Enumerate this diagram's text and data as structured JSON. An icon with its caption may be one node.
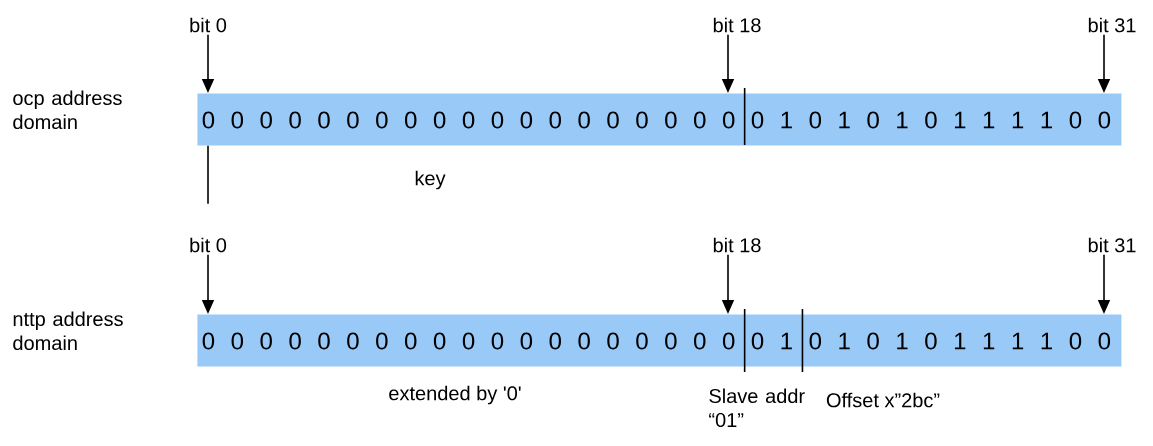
{
  "diagram": {
    "nodes": [
      {
        "text": [
          "bit 0"
        ]
      },
      {
        "text": [
          "bit 18"
        ]
      },
      {
        "text": [
          "bit 31"
        ]
      },
      {
        "text": [
          "0 0 0 0 0 0 0 0 0 0 0 0 0 0 0 0 0 0 0",
          "0 1 0 1 0 1 0 1 1 1 1 0 0"
        ],
        "beside": [
          "ocp address domain"
        ]
      },
      {
        "text": [
          "bit 0"
        ]
      },
      {
        "text": [
          "bit 18"
        ]
      },
      {
        "text": [
          "bit 31"
        ]
      },
      {
        "text": [
          "0 0 0 0 0 0 0 0 0 0 0 0 0 0 0 0 0 0 0",
          "0 1",
          "0 1 0 1 0 1 1 1 1 0 0"
        ],
        "beside": [
          "nttp address domain"
        ]
      }
    ],
    "edges": [
      {
        "from": 0,
        "to": 3,
        "arrow": "to"
      },
      {
        "from": 1,
        "to": 3,
        "arrow": "to"
      },
      {
        "from": 2,
        "to": 3,
        "arrow": "to"
      },
      {
        "from": 3,
        "to": null,
        "arrow": "none"
      },
      {
        "from": 4,
        "to": 7,
        "arrow": "to"
      },
      {
        "from": 5,
        "to": 7,
        "arrow": "to"
      },
      {
        "from": 6,
        "to": 7,
        "arrow": "to"
      }
    ],
    "labels": [
      "key",
      "extended by '0'",
      "Slave addr “01”",
      "Offset x”2bc”"
    ]
  }
}
